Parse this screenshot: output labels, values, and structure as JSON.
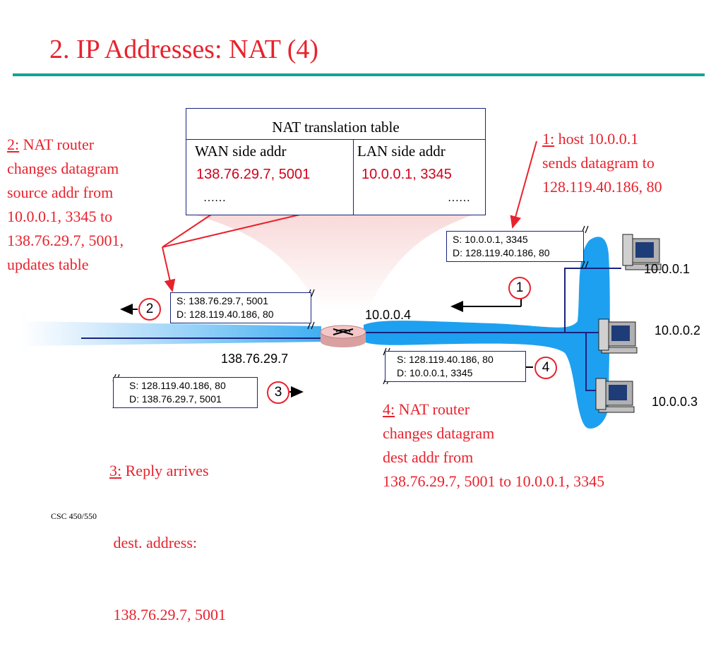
{
  "slide": {
    "title": "2. IP Addresses: NAT (4)",
    "footer": "CSC 450/550"
  },
  "nat_table": {
    "title": "NAT translation table",
    "wan_header": "WAN side addr",
    "lan_header": "LAN side addr",
    "wan_value": "138.76.29.7, 5001",
    "lan_value": "10.0.0.1, 3345",
    "wan_more": "……",
    "lan_more": "……"
  },
  "notes": {
    "step1": {
      "num": "1:",
      "lines": [
        "host 10.0.0.1",
        "sends datagram to",
        "128.119.40.186, 80"
      ]
    },
    "step2": {
      "num": "2:",
      "lines": [
        "NAT router",
        "changes datagram",
        "source addr from",
        "10.0.0.1, 3345 to",
        "138.76.29.7, 5001,",
        "updates table"
      ]
    },
    "step3": {
      "num": "3:",
      "lines": [
        "Reply arrives",
        " dest. address:",
        " 138.76.29.7, 5001"
      ]
    },
    "step4": {
      "num": "4:",
      "lines": [
        "NAT router",
        "changes datagram",
        "dest addr from",
        "138.76.29.7, 5001 to 10.0.0.1, 3345"
      ]
    }
  },
  "packets": {
    "p1": {
      "src": "S: 10.0.0.1, 3345",
      "dst": "D: 128.119.40.186, 80"
    },
    "p2": {
      "src": "S: 138.76.29.7, 5001",
      "dst": "D: 128.119.40.186, 80"
    },
    "p3": {
      "src": "S: 128.119.40.186, 80",
      "dst": "D: 138.76.29.7, 5001"
    },
    "p4": {
      "src": "S: 128.119.40.186, 80",
      "dst": "D: 10.0.0.1, 3345"
    }
  },
  "step_markers": [
    "1",
    "2",
    "3",
    "4"
  ],
  "addresses": {
    "router_lan": "10.0.0.4",
    "router_wan": "138.76.29.7",
    "host1": "10.0.0.1",
    "host2": "10.0.0.2",
    "host3": "10.0.0.3"
  },
  "colors": {
    "title_red": "#e8222d",
    "accent_teal": "#12a590",
    "lan_blue": "#1ea0f0",
    "table_border": "#1a237e",
    "router_pink": "#f3c7c7"
  },
  "icons": [
    "router-icon",
    "computer-icon"
  ]
}
